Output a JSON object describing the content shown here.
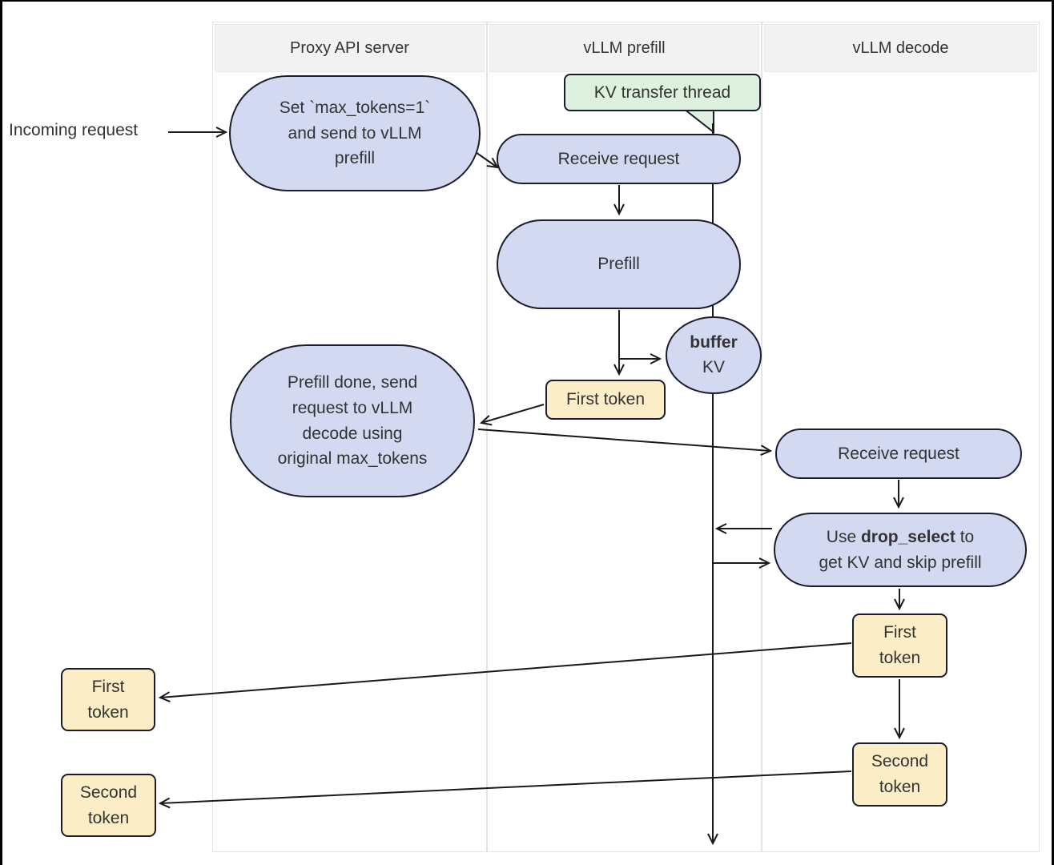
{
  "diagram": {
    "lanes": [
      {
        "title": "Proxy API server"
      },
      {
        "title": "vLLM prefill"
      },
      {
        "title": "vLLM decode"
      }
    ],
    "nodes": {
      "incoming_request": {
        "label": "Incoming request"
      },
      "set_max_tokens": {
        "lines": [
          "Set `max_tokens=1`",
          "and send to vLLM",
          "prefill"
        ]
      },
      "kv_transfer_thread": {
        "label": "KV transfer thread"
      },
      "receive_request_prefill": {
        "label": "Receive request"
      },
      "prefill": {
        "label": "Prefill"
      },
      "buffer_kv": {
        "bold": "buffer",
        "label": "KV"
      },
      "first_token_prefill": {
        "label": "First token"
      },
      "prefill_done": {
        "lines": [
          "Prefill done, send",
          "request to vLLM",
          "decode using",
          "original max_tokens"
        ]
      },
      "receive_request_decode": {
        "label": "Receive request"
      },
      "drop_select": {
        "line1_pre": "Use ",
        "line1_bold": "drop_select",
        "line1_post": " to",
        "line2": "get KV and skip prefill"
      },
      "first_token_decode": {
        "lines": [
          "First",
          "token"
        ]
      },
      "second_token_decode": {
        "lines": [
          "Second",
          "token"
        ]
      },
      "first_token_proxy": {
        "lines": [
          "First",
          "token"
        ]
      },
      "second_token_proxy": {
        "lines": [
          "Second",
          "token"
        ]
      }
    },
    "colors": {
      "process_fill": "#d3d9f1",
      "token_fill": "#fbeec6",
      "thread_fill": "#ddf1de",
      "node_border": "#1c1c2e",
      "connector": "#1a1a1a",
      "lane_header_bg": "#f2f2f2",
      "lane_border": "#e3e3e3",
      "text": "#333333"
    }
  }
}
